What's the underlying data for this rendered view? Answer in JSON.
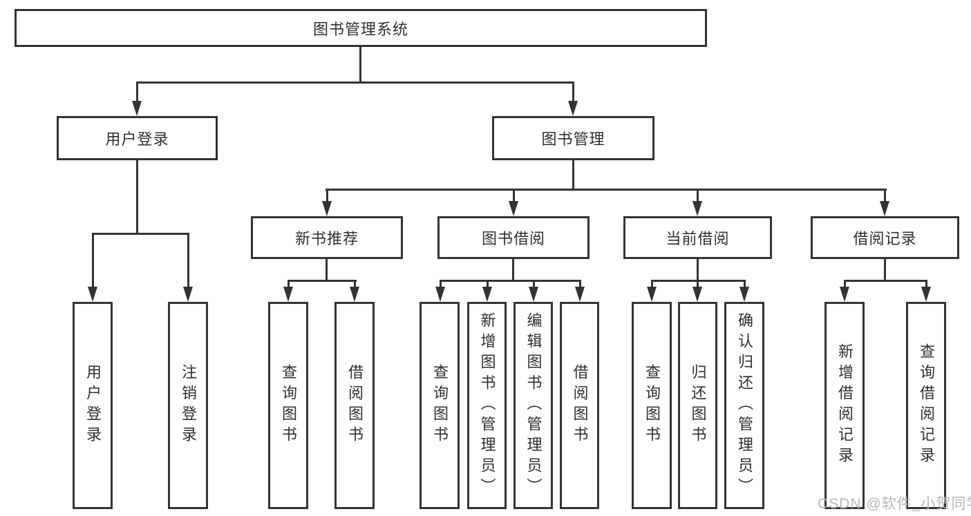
{
  "tree": {
    "root": {
      "label": "图书管理系统"
    },
    "branches": [
      {
        "label": "用户登录",
        "children": [
          {
            "label": "用户登录"
          },
          {
            "label": "注销登录"
          }
        ]
      },
      {
        "label": "图书管理",
        "children": [
          {
            "label": "新书推荐",
            "children": [
              {
                "label": "查询图书"
              },
              {
                "label": "借阅图书"
              }
            ]
          },
          {
            "label": "图书借阅",
            "children": [
              {
                "label": "查询图书"
              },
              {
                "label": "新增图书（管理员）"
              },
              {
                "label": "编辑图书（管理员）"
              },
              {
                "label": "借阅图书"
              }
            ]
          },
          {
            "label": "当前借阅",
            "children": [
              {
                "label": "查询图书"
              },
              {
                "label": "归还图书"
              },
              {
                "label": "确认归还（管理员）"
              }
            ]
          },
          {
            "label": "借阅记录",
            "children": [
              {
                "label": "新增借阅记录"
              },
              {
                "label": "查询借阅记录"
              }
            ]
          }
        ]
      }
    ]
  },
  "watermark": {
    "text": "CSDN @软件_小贺同学"
  },
  "colors": {
    "line": "#333333",
    "text": "#2f2f2f",
    "watermark": "#b5b5b5",
    "background": "#ffffff"
  }
}
